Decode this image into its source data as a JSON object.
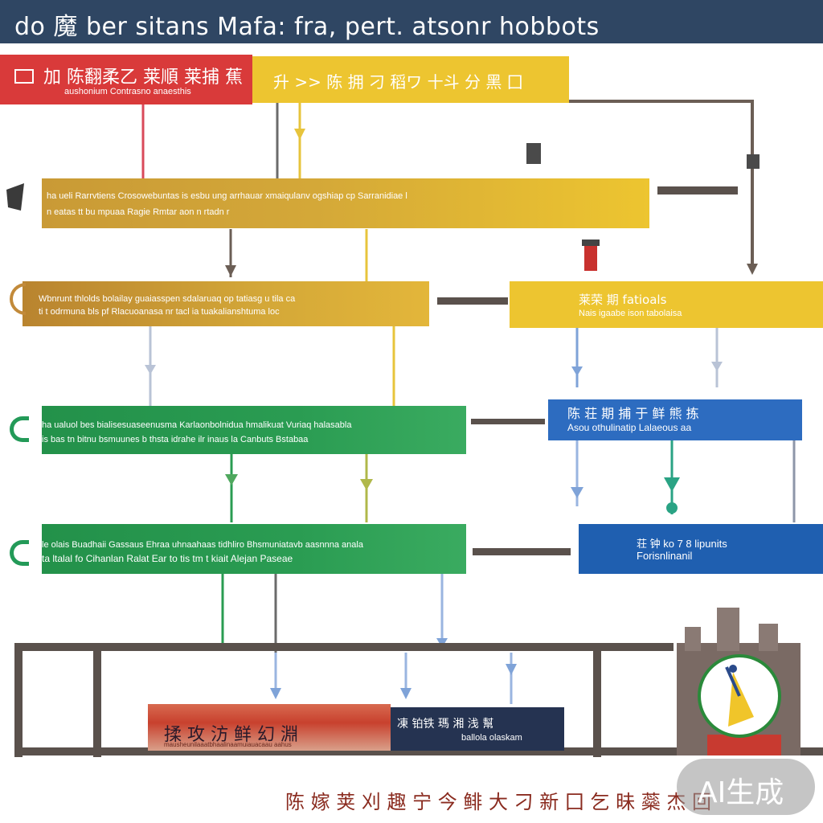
{
  "header": {
    "title": "do 魔 ber sitans  Mafa: fra, pert. atsonr hobbots"
  },
  "boxes": {
    "red_top": {
      "line1": "加 陈翻柔乙 莱順 莱捕 蕉",
      "line2": "aushonium Contrasno  anaesthis"
    },
    "yellow_top": {
      "line1": "升 >> 陈 拥 刁 稻ワ 十斗 分 黑 囗"
    },
    "gold_wide": {
      "line1": "ha ueli Rarrvtiens  Crosowebuntas is  esbu ung arrhauar  xmaiqulanv  ogshiap cp Sarranidiae l",
      "line2": "n eatas  tt bu mpuaa Ragie  Rmtar  aon n  rtadn r"
    },
    "gold_mid": {
      "line1": "Wbnrunt thlolds bolailay guaiasspen sdalaruaq op tatiasg u  tila ca",
      "line2": "ti t odrmuna bls pf Rlacuoanasa  nr  tacl ia  tuakalianshtuma loc"
    },
    "yellow_right": {
      "line1": "莱荣 期 fatioals",
      "line2": "Nais igaabe ison  tabolaisa"
    },
    "green_upper": {
      "line1": "ha ualuol bes bialisesuaseenusma  Karlaonbolnidua hmalikuat  Vuriaq halasabla",
      "line2": "is bas tn bitnu  bsmuunes b  thsta idrahe ilr  inaus la  Canbuts  Bstabaa"
    },
    "blue_upper": {
      "line1": "陈 荘 期 捕 于 鲜 熊 拣",
      "line2": "Asou  othulinatip  Lalaeous  aa"
    },
    "green_lower": {
      "line1": "le olais Buadhaii  Gassaus   Ehraa  uhnaahaas tidhliro Bhsmuniatavb  aasnnna  anala",
      "line2": "ta ltalal fo  Cihanlan  Ralat  Ear to tis tm t kiait  Alejan  Paseae"
    },
    "blue_lower": {
      "line1": "荘 钟 ko  7 8 lipunits",
      "line2": "Forisnlinanil"
    },
    "bottom_red": {
      "line1": "揉 攻 汸 鲜 幻 淵",
      "line2": "mausheunilaaatbhaalinaamuiauacaau  aahus"
    },
    "bottom_navy": {
      "line1": "凍 铂铁  瑪 湘 浅 幫",
      "line2": "ballola olaskam"
    }
  },
  "footer": {
    "caption": "陈 嫁 荚 刈 趣 宁  今 鲱 大 刁  新 囗 乞 昧 蘂 杰 回"
  },
  "badge": {
    "label": "AI生成"
  },
  "colors": {
    "header": "#2f4663",
    "red": "#d93a3a",
    "yellow": "#edc530",
    "gold": "#d4a838",
    "green": "#2a9c52",
    "blue": "#2d6cc0",
    "navy": "#253351",
    "frame": "#5a514c"
  }
}
